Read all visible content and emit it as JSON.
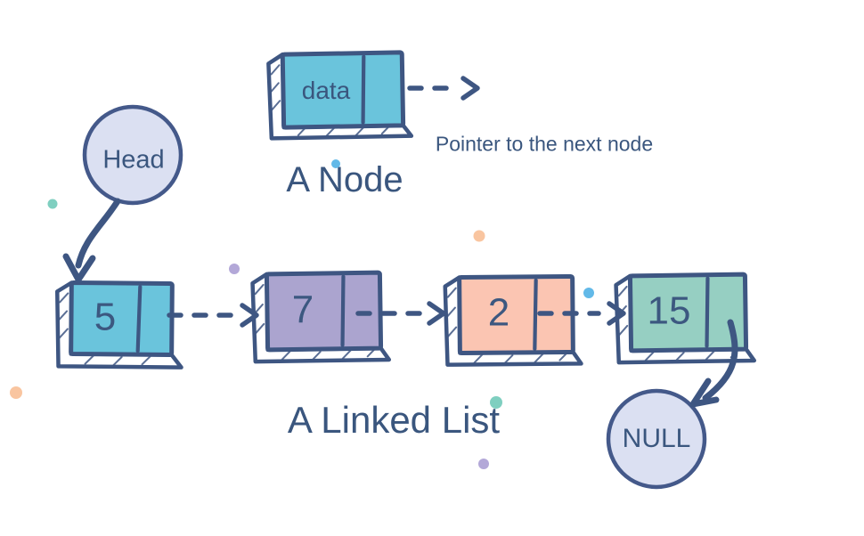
{
  "node_diagram": {
    "title": "A Node",
    "data_label": "data",
    "pointer_caption": "Pointer to the next node",
    "box_color": "#6ac4dc"
  },
  "linked_list": {
    "title": "A Linked List",
    "head_label": "Head",
    "null_label": "NULL",
    "nodes": [
      {
        "value": "5",
        "color": "#6ac4dc"
      },
      {
        "value": "7",
        "color": "#aba4cf"
      },
      {
        "value": "2",
        "color": "#fbc5b2"
      },
      {
        "value": "15",
        "color": "#96cfc2"
      }
    ]
  },
  "colors": {
    "outline": "#3e5682",
    "text": "#3a567e",
    "circle_fill": "#dbe0f2",
    "dot_teal": "#7fcfc0",
    "dot_orange": "#f9c5a0",
    "dot_purple": "#b3a8d8",
    "dot_blue": "#62b9e8"
  }
}
